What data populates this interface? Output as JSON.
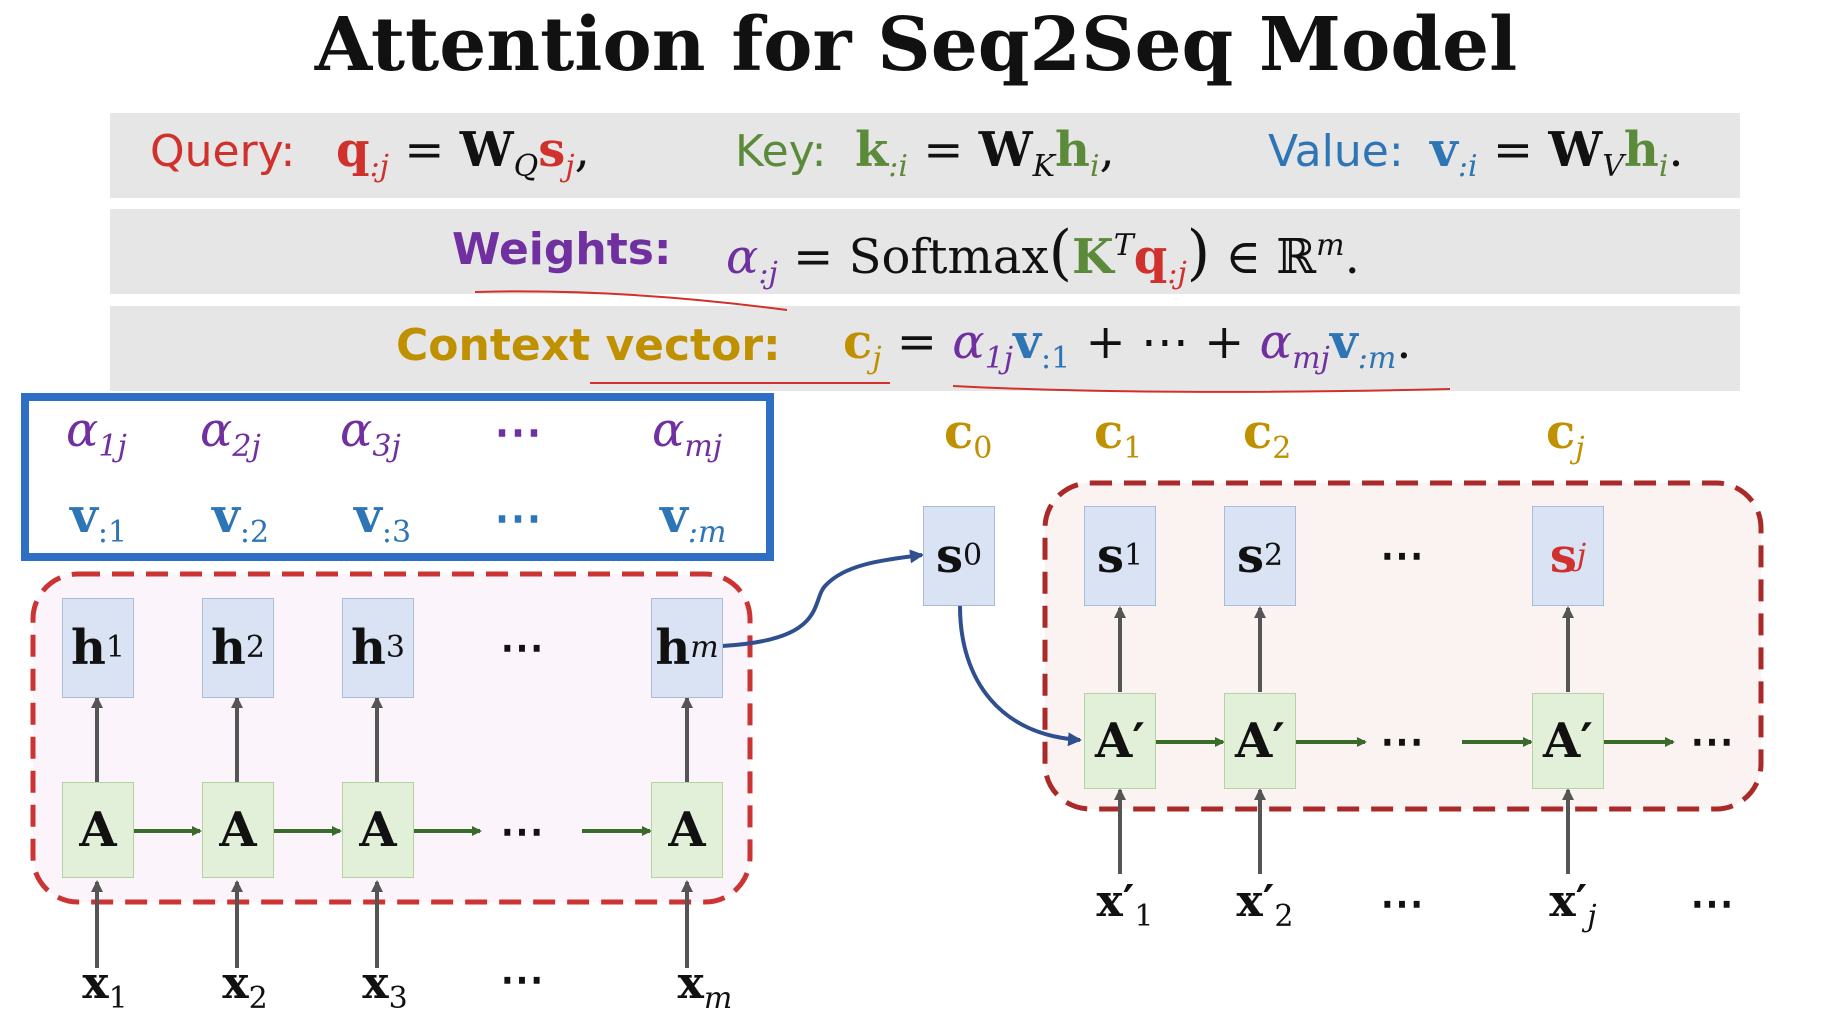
{
  "title": "Attention for Seq2Seq Model",
  "formulas": {
    "query_label": "Query:",
    "key_label": "Key:",
    "value_label": "Value:",
    "weights_label": "Weights:",
    "context_label": "Context vector:",
    "softmax_text": "Softmax",
    "reals_symbol": "ℝ"
  },
  "weights_box": {
    "alphas": [
      "α",
      "α",
      "α",
      "⋯",
      "α"
    ],
    "alpha_subs": [
      "1j",
      "2j",
      "3j",
      "",
      "mj"
    ],
    "values": [
      "v",
      "v",
      "v",
      "⋯",
      "v"
    ],
    "value_subs": [
      ":1",
      ":2",
      ":3",
      "",
      ":m"
    ]
  },
  "encoder": {
    "h_labels": [
      "h",
      "h",
      "h",
      "h"
    ],
    "h_subs": [
      "1",
      "2",
      "3",
      "m"
    ],
    "a_label": "A",
    "x_labels": [
      "x",
      "x",
      "x",
      "x"
    ],
    "x_subs": [
      "1",
      "2",
      "3",
      "m"
    ],
    "dots": "⋯"
  },
  "decoder": {
    "s_labels": [
      "s",
      "s",
      "s",
      "s"
    ],
    "s_subs": [
      "0",
      "1",
      "2",
      "j"
    ],
    "c_labels": [
      "c",
      "c",
      "c",
      "c"
    ],
    "c_subs": [
      "0",
      "1",
      "2",
      "j"
    ],
    "a_label": "A′",
    "x_labels": [
      "x′",
      "x′",
      "x′"
    ],
    "x_subs": [
      "1",
      "2",
      "j"
    ],
    "dots": "⋯"
  },
  "colors": {
    "query": "#d0312d",
    "key": "#5b8a3a",
    "value": "#2e75b6",
    "weights": "#7030a0",
    "context": "#bf9000",
    "blue_border": "#2e6fc4",
    "dashed_border": "#cc3333"
  }
}
